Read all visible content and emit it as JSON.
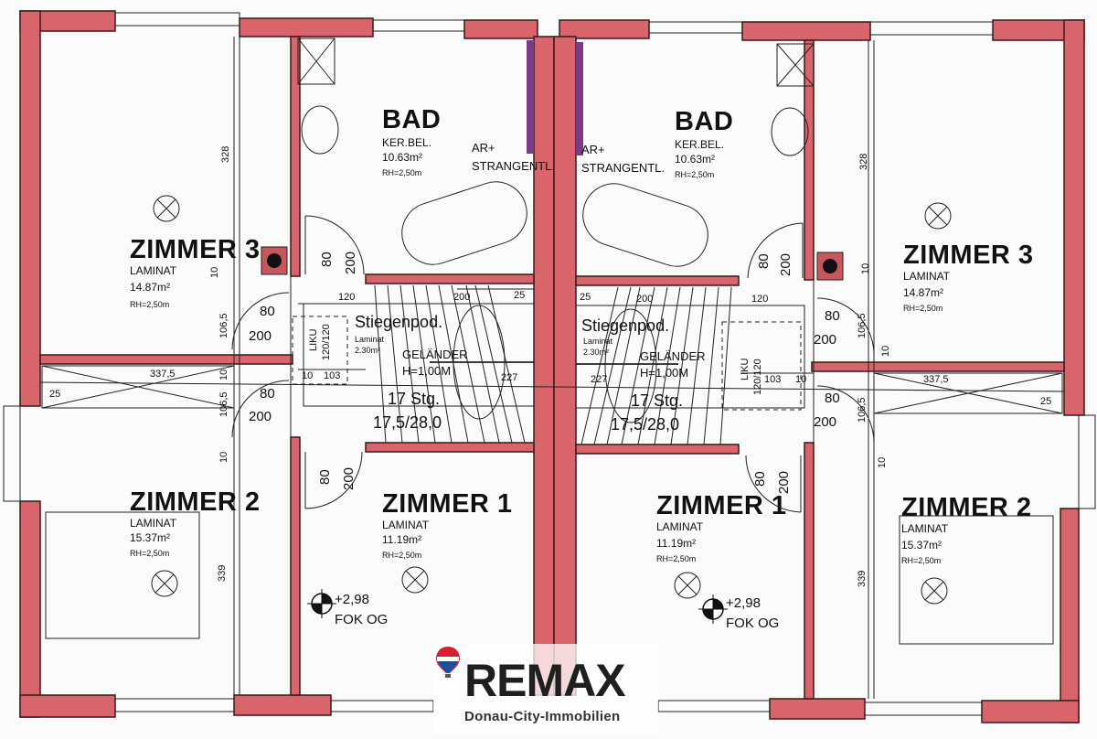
{
  "colors": {
    "wall": "#d8656b",
    "wall_outline": "#3a1a1a",
    "line": "#222222",
    "logo_red": "#d91e2e",
    "logo_blue": "#1d4f9c"
  },
  "units": {
    "left": {
      "bad": {
        "name": "BAD",
        "floor": "KER.BEL.",
        "area": "10.63m²",
        "height": "RH=2,50m",
        "note1": "AR+",
        "note2": "STRANGENTL."
      },
      "zimmer3": {
        "name": "ZIMMER 3",
        "floor": "LAMINAT",
        "area": "14.87m²",
        "height": "RH=2,50m",
        "dim": "328"
      },
      "zimmer2": {
        "name": "ZIMMER 2",
        "floor": "LAMINAT",
        "area": "15.37m²",
        "height": "RH=2,50m",
        "dim": "339"
      },
      "zimmer1": {
        "name": "ZIMMER 1",
        "floor": "LAMINAT",
        "area": "11.19m²",
        "height": "RH=2,50m"
      },
      "stair": {
        "name": "Stiegenpod.",
        "floor": "Laminat",
        "area": "2.30m²",
        "railing1": "GELÄNDER",
        "railing2": "H=1,00M",
        "steps": "17 Stg.",
        "step_size": "17,5/28,0"
      },
      "level": {
        "value": "+2,98",
        "label": "FOK OG"
      }
    },
    "right": {
      "bad": {
        "name": "BAD",
        "floor": "KER.BEL.",
        "area": "10.63m²",
        "height": "RH=2,50m",
        "note1": "AR+",
        "note2": "STRANGENTL."
      },
      "zimmer3": {
        "name": "ZIMMER 3",
        "floor": "LAMINAT",
        "area": "14.87m²",
        "height": "RH=2,50m",
        "dim": "328"
      },
      "zimmer2": {
        "name": "ZIMMER 2",
        "floor": "LAMINAT",
        "area": "15.37m²",
        "height": "RH=2,50m",
        "dim": "339"
      },
      "zimmer1": {
        "name": "ZIMMER 1",
        "floor": "LAMINAT",
        "area": "11.19m²",
        "height": "RH=2,50m"
      },
      "stair": {
        "name": "Stiegenpod.",
        "floor": "Laminat",
        "area": "2.30m²",
        "railing1": "GELÄNDER",
        "railing2": "H=1,00M",
        "steps": "17 Stg.",
        "step_size": "17,5/28,0"
      },
      "level": {
        "value": "+2,98",
        "label": "FOK OG"
      }
    }
  },
  "dims": {
    "d80": "80",
    "d200": "200",
    "d120": "120",
    "d25": "25",
    "d10": "10",
    "d103": "103",
    "d227": "227",
    "d106_5": "106,5",
    "d337_5": "337,5",
    "liku": "LIKU",
    "liku_size": "120/120"
  },
  "logo": {
    "word": "REMAX",
    "subtitle": "Donau-City-Immobilien"
  }
}
